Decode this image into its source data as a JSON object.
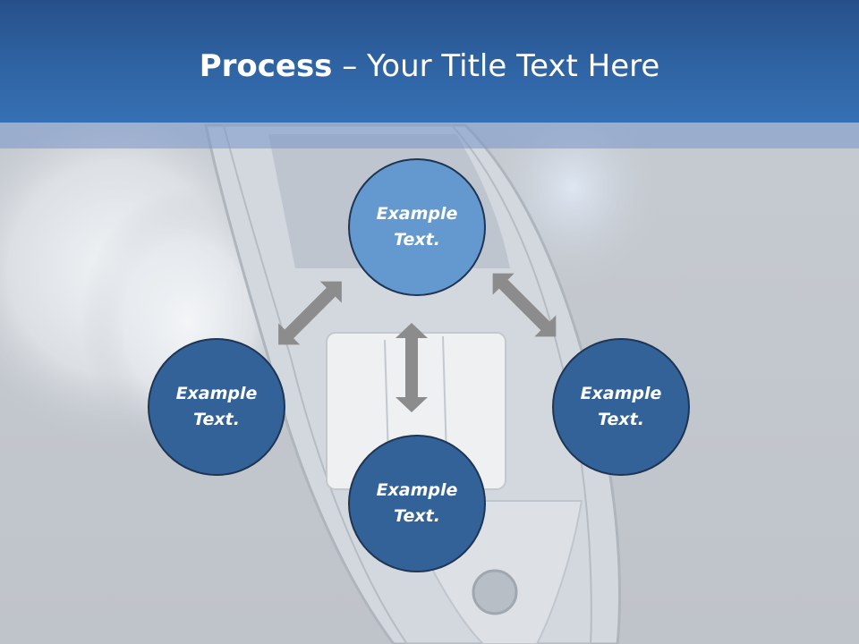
{
  "title": {
    "bold": "Process",
    "rest": " – Your Title Text Here"
  },
  "circles": {
    "top": {
      "line1": "Example",
      "line2": "Text."
    },
    "left": {
      "line1": "Example",
      "line2": "Text."
    },
    "right": {
      "line1": "Example",
      "line2": "Text."
    },
    "bottom": {
      "line1": "Example",
      "line2": "Text."
    }
  },
  "colors": {
    "title_bar": "#2f64a4",
    "circle_highlight": "#6399cf",
    "circle_default": "#336299",
    "arrow": "#8c8c8c"
  },
  "icons": {
    "arrows": "double-headed-arrow"
  }
}
